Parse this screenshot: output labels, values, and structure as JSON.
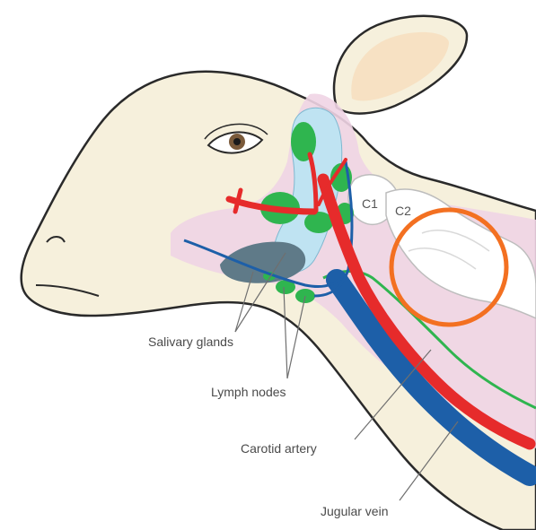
{
  "labels": {
    "salivary": "Salivary glands",
    "lymph": "Lymph nodes",
    "carotid": "Carotid artery",
    "jugular": "Jugular vein",
    "c1": "C1",
    "c2": "C2"
  },
  "colors": {
    "skin": "#f6f0dc",
    "outline": "#2a2a2a",
    "tissue": "#f0d4e4",
    "salivary_gland": "#bfe3f2",
    "salivary_dark": "#5f7a88",
    "lymph_node": "#2fb54f",
    "artery": "#e62b2b",
    "vein": "#1d5fa8",
    "nerve_line": "#2fb54f",
    "marker_circle": "#f37021",
    "bone": "#ffffff",
    "ear_inner": "#f7e1c3"
  }
}
